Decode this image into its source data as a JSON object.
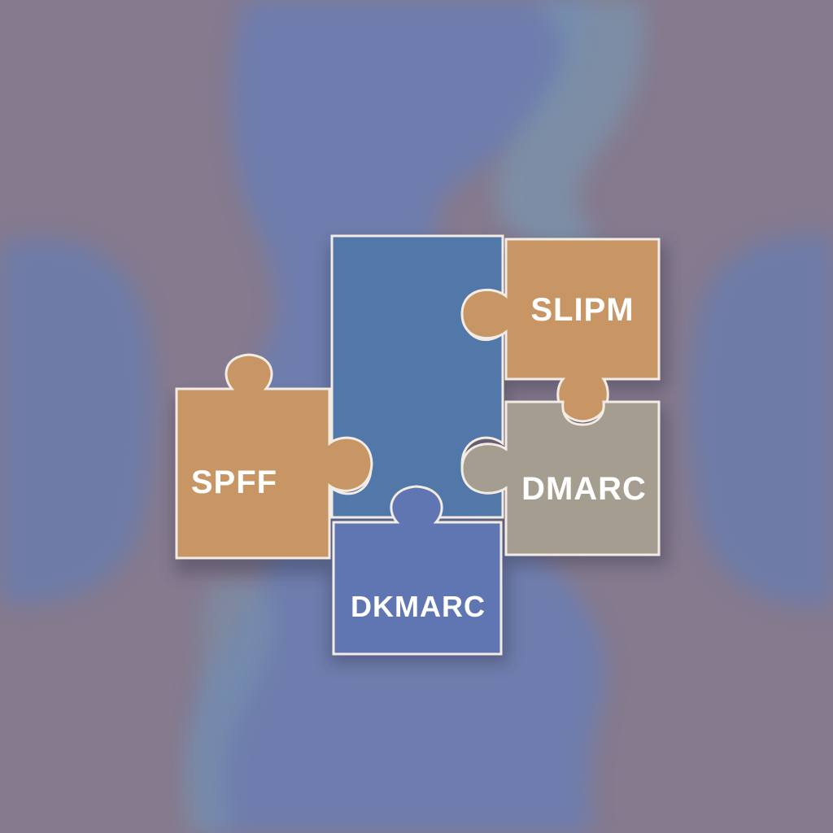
{
  "colors": {
    "background": "#857a8e",
    "blob_blue": "#6a7bab",
    "ribbon_blue": "#6b7eb3",
    "ribbon_teal": "#7a94ad",
    "piece_orange": "#c79664",
    "piece_blue": "#5277a9",
    "piece_gray": "#a59d90",
    "piece_bottom_blue": "#6076b3",
    "outline": "#f2ece4"
  },
  "pieces": {
    "spf": {
      "label": "SPFF"
    },
    "slipm": {
      "label": "SLIPM"
    },
    "dmarc": {
      "label": "DMARC"
    },
    "dkmarc": {
      "label": "DKMARC"
    },
    "center": {
      "label": ""
    }
  }
}
